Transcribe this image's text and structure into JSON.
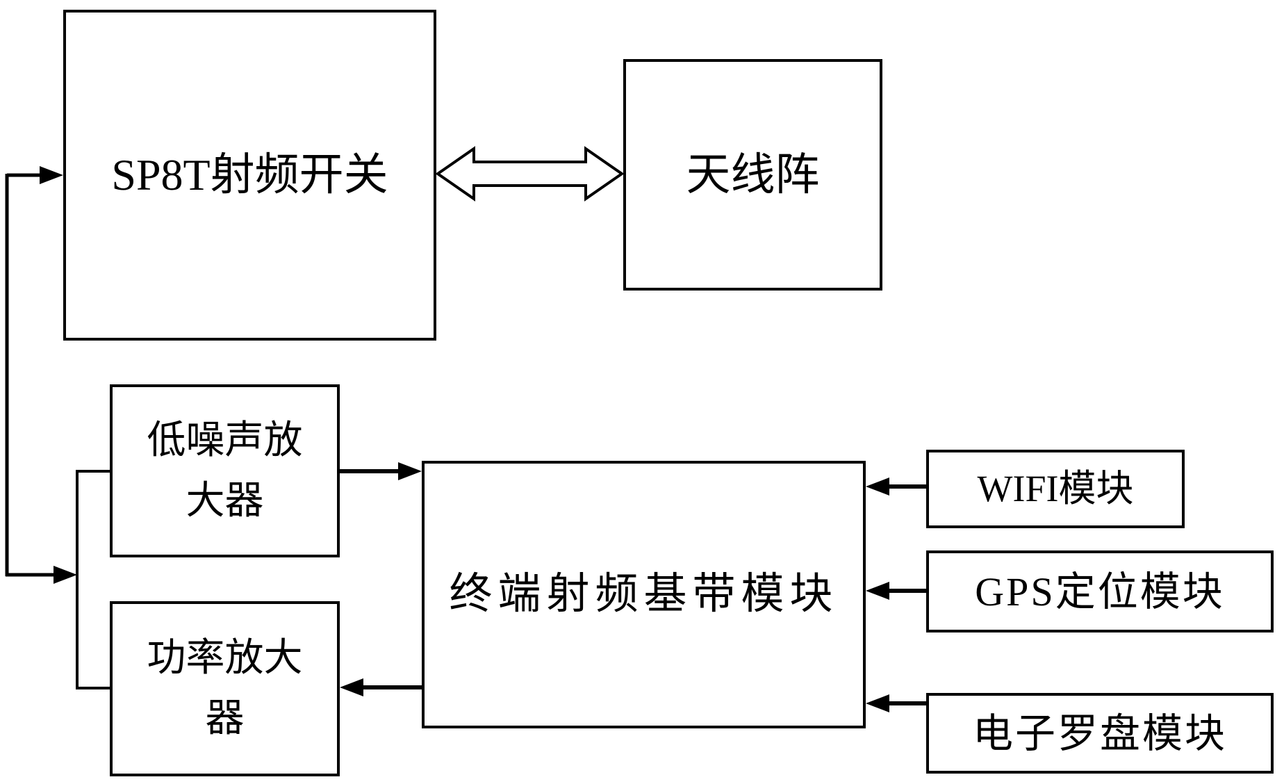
{
  "figure": {
    "type": "block-diagram",
    "background_color": "#ffffff",
    "line_color": "#000000",
    "text_color": "#000000"
  },
  "boxes": {
    "sp8t": {
      "label": "SP8T射频开关"
    },
    "antenna": {
      "label": "天线阵"
    },
    "lna": {
      "lines": [
        "低噪声放",
        "大器"
      ]
    },
    "pa": {
      "lines": [
        "功率放大",
        "器"
      ]
    },
    "baseband": {
      "label": "终端射频基带模块"
    },
    "wifi": {
      "label": "WIFI模块"
    },
    "gps": {
      "label": "GPS定位模块"
    },
    "compass": {
      "label": "电子罗盘模块"
    }
  },
  "edges": [
    {
      "from": "antenna",
      "to": "sp8t",
      "bidirectional": true,
      "style": "hollow-double-arrow"
    },
    {
      "from": "sp8t-input-line",
      "to": "sp8t",
      "style": "elbow-polyline",
      "arrowheads": [
        "into-sp8t",
        "into-amplifier-junction"
      ]
    },
    {
      "from": "amplifier-junction",
      "to": "lna",
      "style": "line"
    },
    {
      "from": "amplifier-junction",
      "to": "pa",
      "style": "line"
    },
    {
      "from": "lna",
      "to": "baseband",
      "style": "arrow"
    },
    {
      "from": "baseband",
      "to": "pa",
      "style": "arrow"
    },
    {
      "from": "wifi",
      "to": "baseband",
      "style": "arrow"
    },
    {
      "from": "gps",
      "to": "baseband",
      "style": "arrow"
    },
    {
      "from": "compass",
      "to": "baseband",
      "style": "arrow"
    }
  ]
}
